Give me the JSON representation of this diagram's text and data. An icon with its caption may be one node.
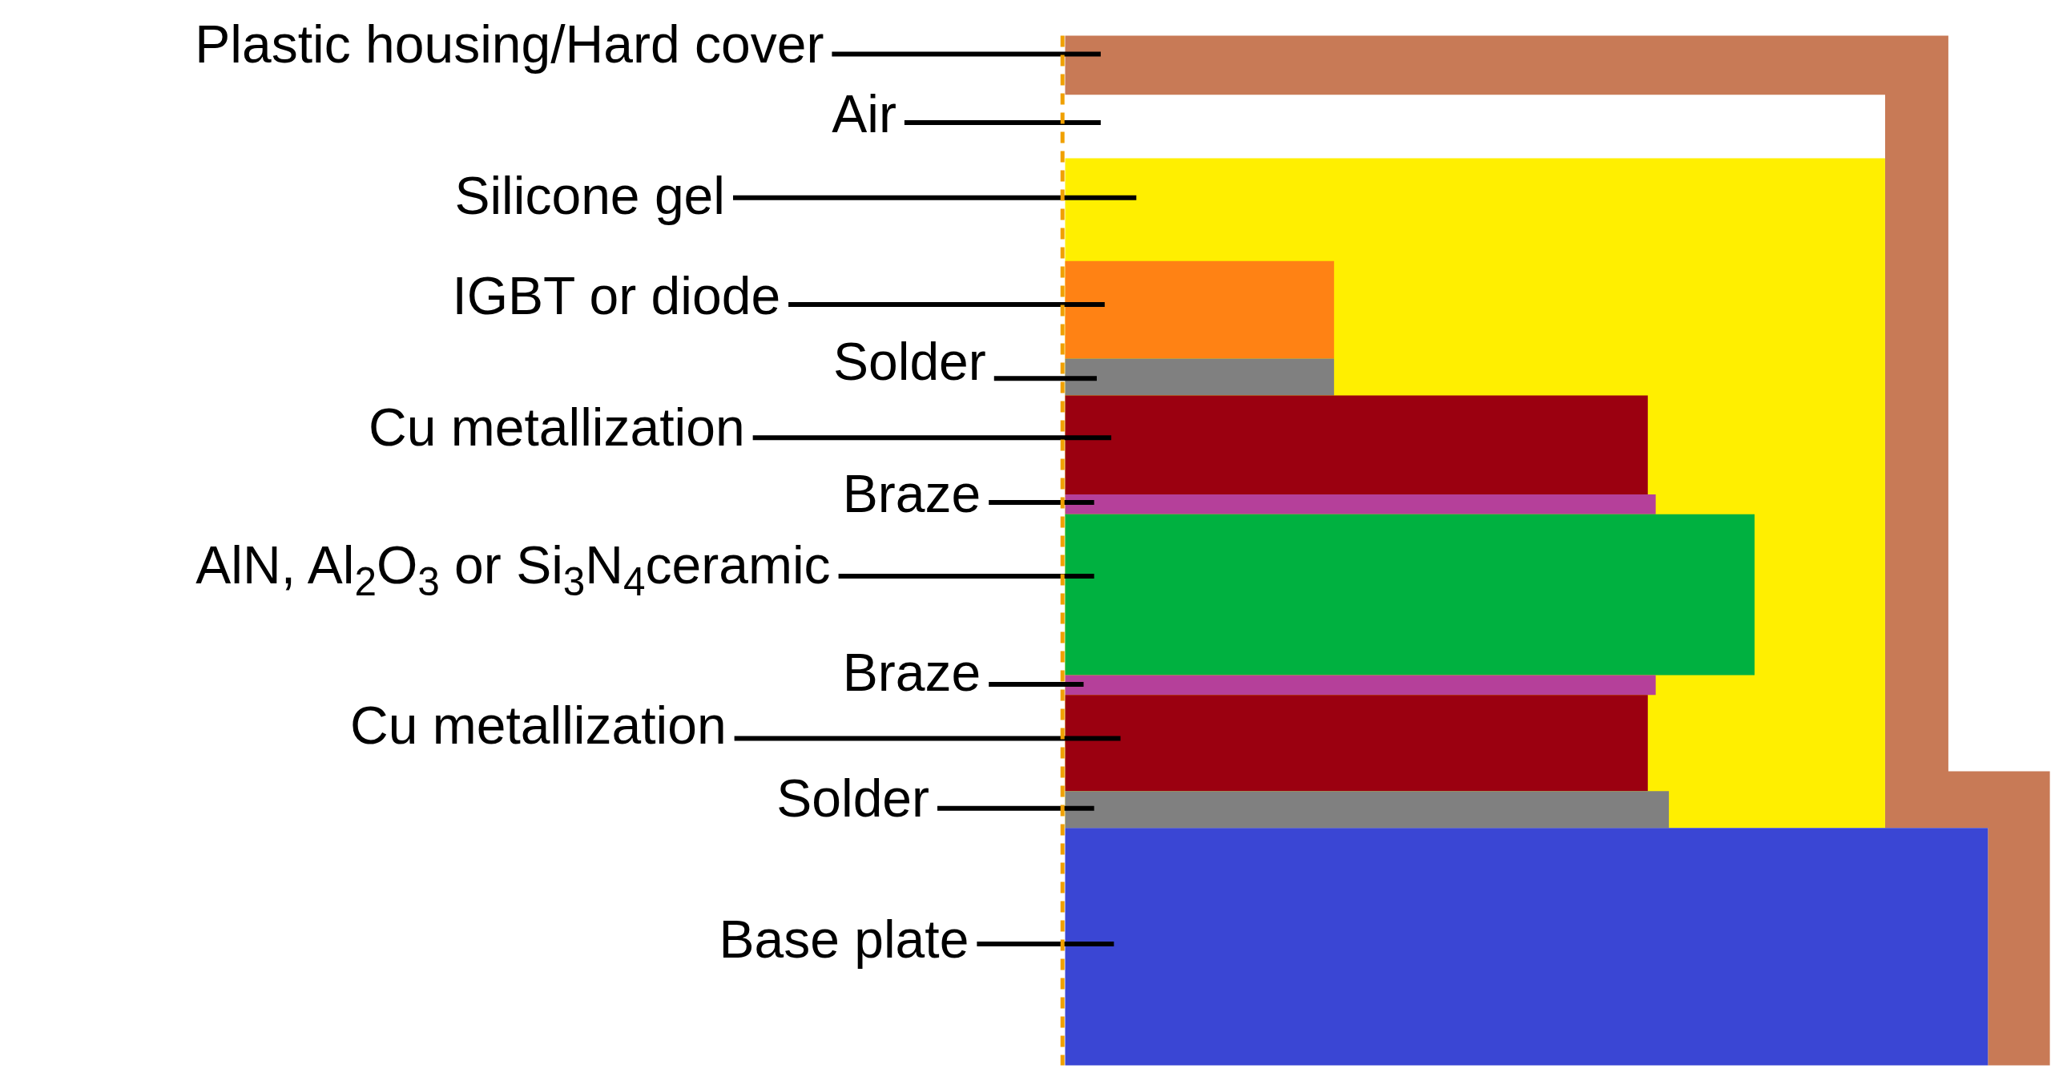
{
  "diagram": {
    "nodes": [
      {
        "text": [
          "Plastic housing/Hard cover"
        ]
      },
      {
        "text": [
          "Air"
        ]
      },
      {
        "text": [
          "Silicone gel"
        ]
      },
      {
        "text": [
          "IGBT or diode"
        ]
      },
      {
        "text": [
          "Solder"
        ]
      },
      {
        "text": [
          "Cu metallization"
        ]
      },
      {
        "text": [
          "Braze"
        ]
      },
      {
        "text": [
          "AlN, Al$_{2}$O$_{3}$ or Si$_{3}$N$_{4}$ceramic"
        ]
      },
      {
        "text": [
          "Braze"
        ]
      },
      {
        "text": [
          "Cu metallization"
        ]
      },
      {
        "text": [
          "Solder"
        ]
      },
      {
        "text": [
          "Base plate"
        ]
      },
      {
        "text": [],
        "shape": "box"
      },
      {
        "text": [],
        "shape": "box"
      },
      {
        "text": [],
        "shape": "box"
      },
      {
        "text": [],
        "shape": "box",
        "in": 14
      },
      {
        "text": [],
        "shape": "box",
        "in": 14
      },
      {
        "text": [],
        "shape": "box",
        "in": 14
      },
      {
        "text": [],
        "shape": "box",
        "in": 14
      },
      {
        "text": [],
        "shape": "box",
        "in": 14
      },
      {
        "text": [],
        "shape": "box",
        "in": 14
      },
      {
        "text": [],
        "shape": "box",
        "in": 14
      },
      {
        "text": [],
        "shape": "box",
        "in": 14
      },
      {
        "text": [],
        "shape": "box"
      }
    ],
    "edges": [
      {
        "from": 0,
        "to": 12,
        "arrow": "none"
      },
      {
        "from": 1,
        "to": 13,
        "arrow": "none"
      },
      {
        "from": 2,
        "to": 14,
        "arrow": "none"
      },
      {
        "from": 3,
        "to": 15,
        "arrow": "none"
      },
      {
        "from": 4,
        "to": 16,
        "arrow": "none"
      },
      {
        "from": 5,
        "to": 17,
        "arrow": "none"
      },
      {
        "from": 6,
        "to": 18,
        "arrow": "none"
      },
      {
        "from": 7,
        "to": 19,
        "arrow": "none"
      },
      {
        "from": 8,
        "to": 20,
        "arrow": "none"
      },
      {
        "from": 9,
        "to": 21,
        "arrow": "none"
      },
      {
        "from": 10,
        "to": 22,
        "arrow": "none"
      },
      {
        "from": 11,
        "to": 23,
        "arrow": "none"
      }
    ]
  }
}
